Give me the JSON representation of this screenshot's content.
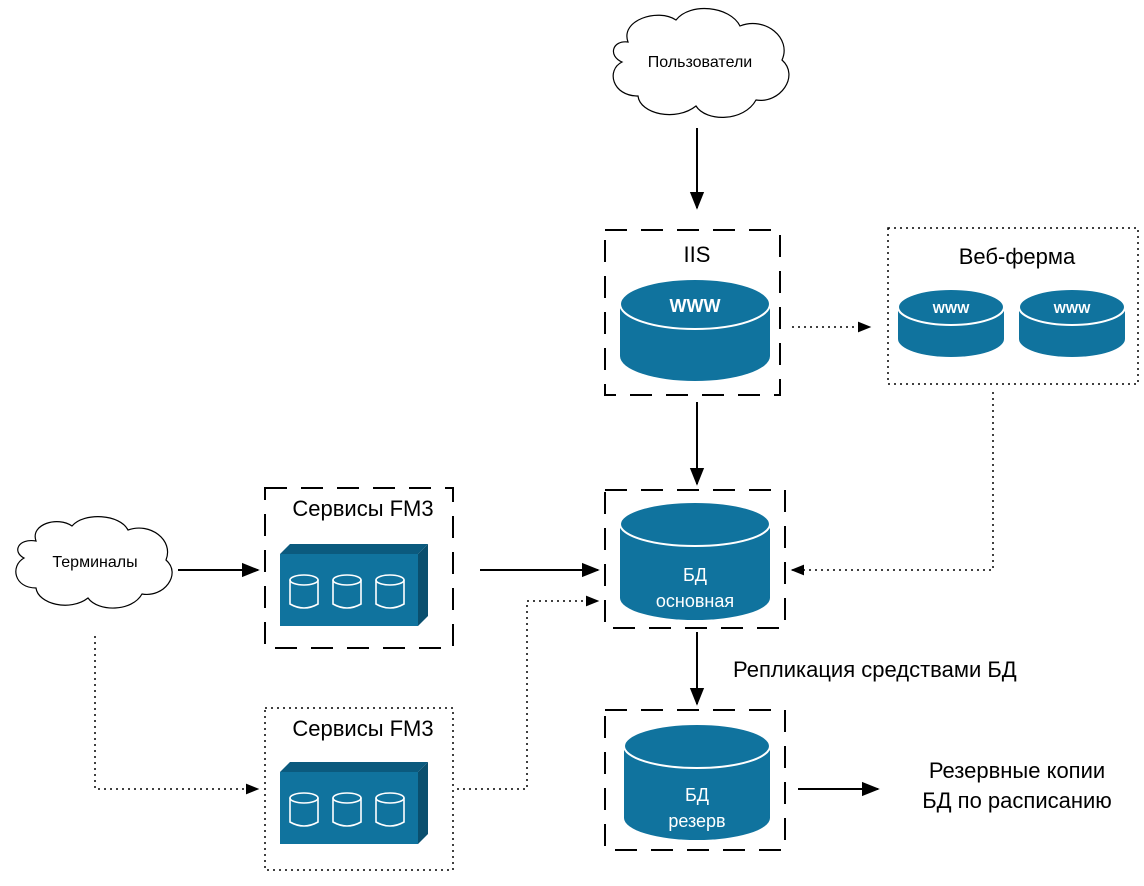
{
  "nodes": {
    "users": "Пользователи",
    "terminals": "Терминалы",
    "iis": {
      "title": "IIS",
      "disk_label": "WWW"
    },
    "webfarm": {
      "title": "Веб-ферма",
      "disk1_label": "WWW",
      "disk2_label": "WWW"
    },
    "services_main": "Сервисы FM3",
    "services_backup": "Сервисы FM3",
    "db_main": {
      "line1": "БД",
      "line2": "основная"
    },
    "db_reserve": {
      "line1": "БД",
      "line2": "резерв"
    }
  },
  "edge_labels": {
    "replication": "Репликация средствами БД",
    "backups_line1": "Резервные копии",
    "backups_line2": "БД по расписанию"
  },
  "colors": {
    "accent": "#10739E",
    "accent_dark": "#0B5A7E",
    "line": "#000000"
  }
}
